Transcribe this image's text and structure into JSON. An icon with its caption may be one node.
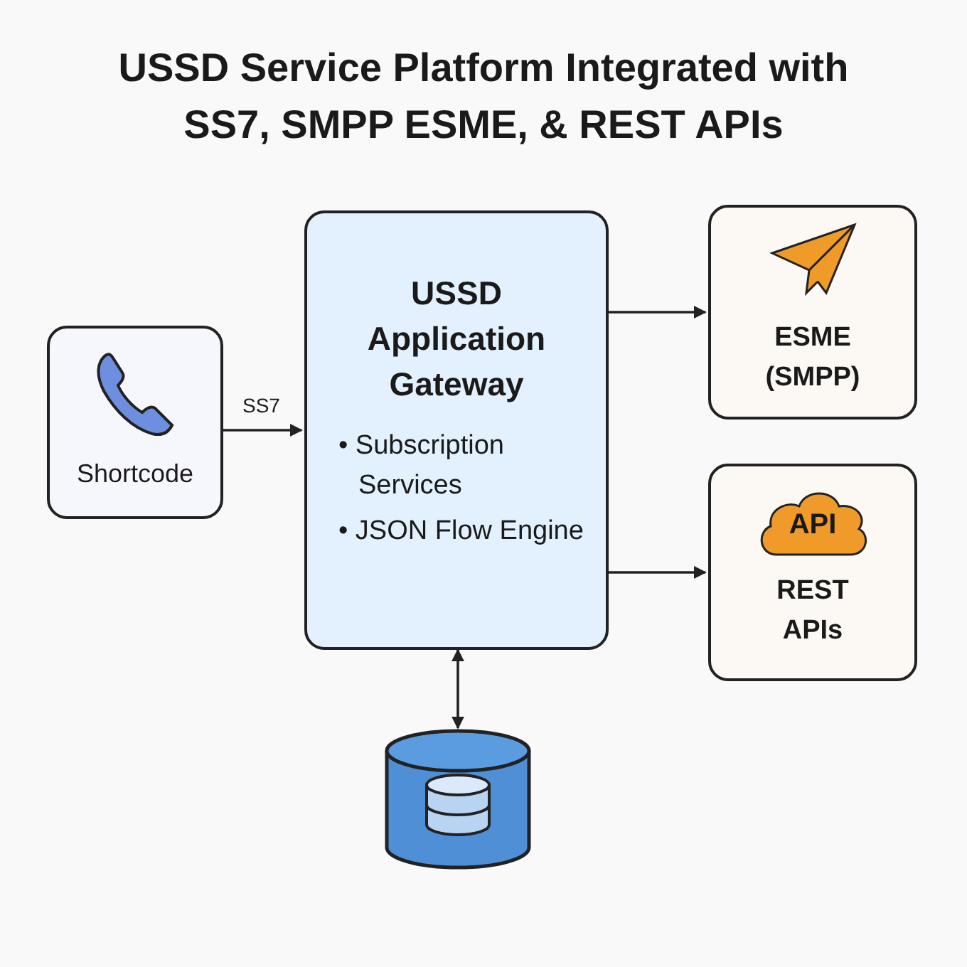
{
  "diagram": {
    "title": "USSD Service Platform Integrated with SS7, SMPP ESME, & REST APIs",
    "nodes": [
      {
        "text": [
          "Shortcode"
        ]
      },
      {
        "text": [
          "USSD Application Gateway",
          "• Subscription Services",
          "• JSON Flow Engine"
        ]
      },
      {
        "text": [
          "ESME (SMPP)"
        ]
      },
      {
        "text": [
          "API",
          "REST APIs"
        ]
      },
      {
        "text": [],
        "shape": "cylinder"
      }
    ],
    "edges": [
      {
        "from": 0,
        "to": 1,
        "arrow": "to",
        "label": "SS7"
      },
      {
        "from": 1,
        "to": 2,
        "arrow": "to"
      },
      {
        "from": 1,
        "to": 3,
        "arrow": "to"
      },
      {
        "from": 1,
        "to": 4,
        "arrow": "both"
      }
    ]
  }
}
